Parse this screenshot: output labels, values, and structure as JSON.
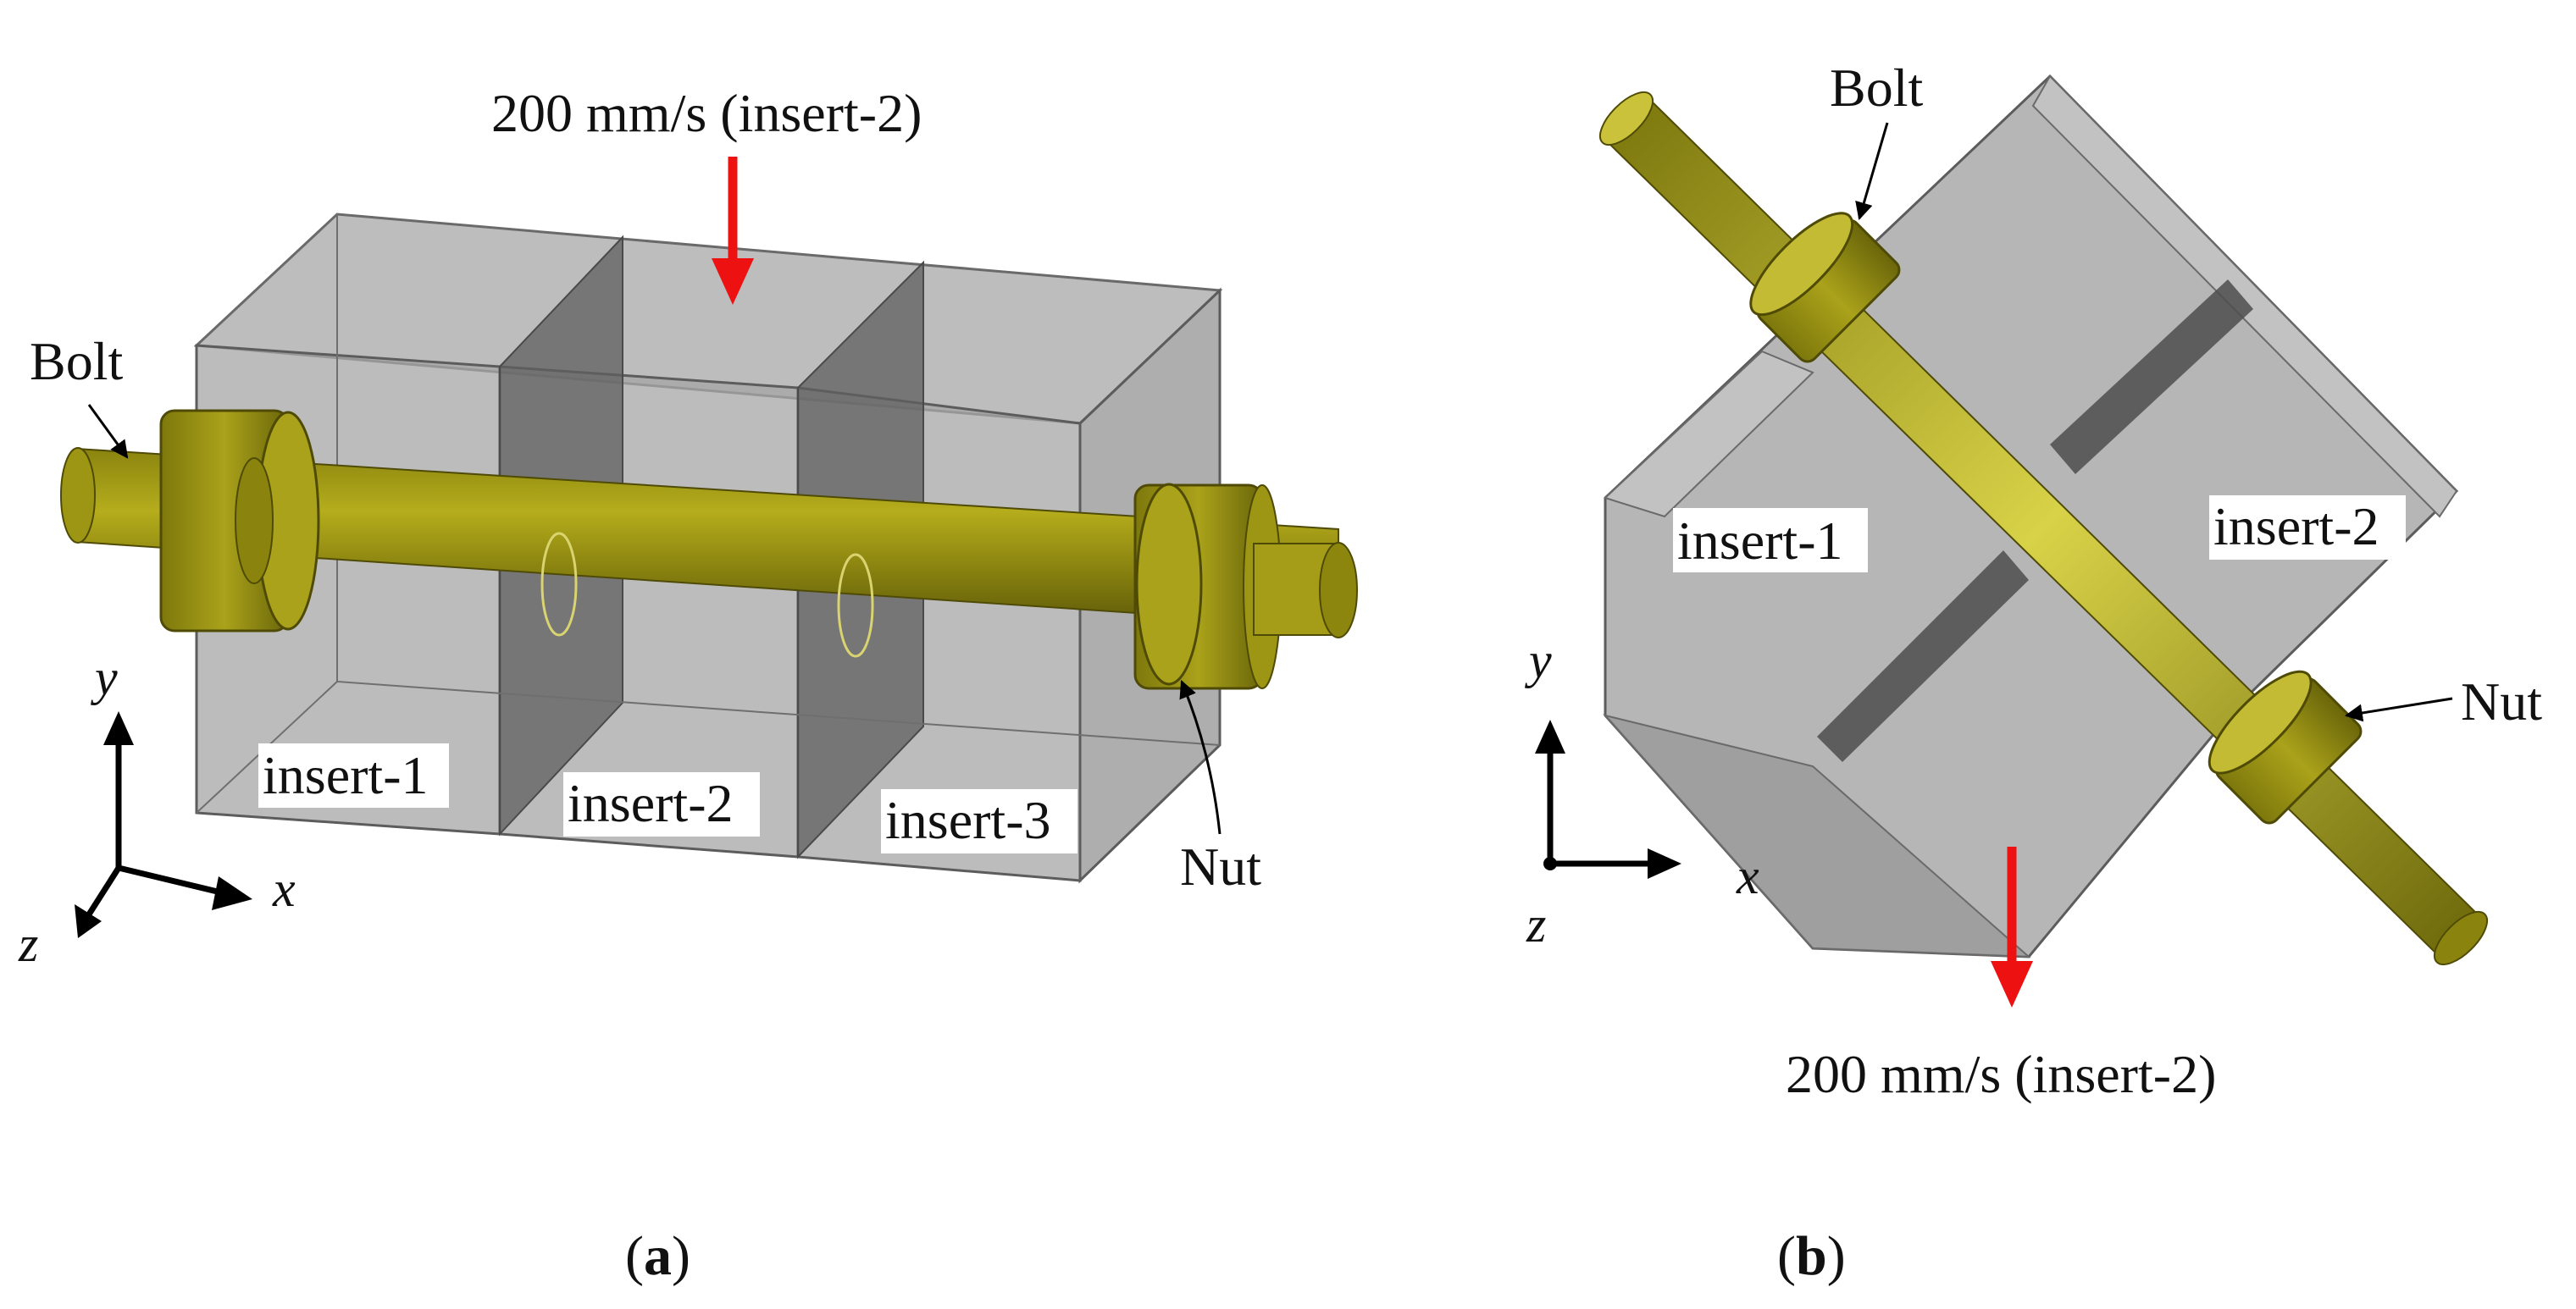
{
  "colors": {
    "bolt_fill": "#b5ad1c",
    "bolt_dark": "#6e6a0a",
    "bolt_light": "#dcd64a",
    "insert_fill": "#8f8f8f",
    "insert_edge": "#5c5c5c",
    "velocity_arrow": "#ee1111",
    "label_bg": "#ffffff"
  },
  "panel_a": {
    "velocity": "200 mm/s (insert-2)",
    "bolt": "Bolt",
    "nut": "Nut",
    "inserts": [
      "insert-1",
      "insert-2",
      "insert-3"
    ],
    "axes": {
      "x": "x",
      "y": "y",
      "z": "z"
    },
    "caption": {
      "open": "(",
      "letter": "a",
      "close": ")"
    }
  },
  "panel_b": {
    "velocity": "200 mm/s (insert-2)",
    "bolt": "Bolt",
    "nut": "Nut",
    "inserts": [
      "insert-1",
      "insert-2"
    ],
    "axes": {
      "x": "x",
      "y": "y",
      "z": "z"
    },
    "caption": {
      "open": "(",
      "letter": "b",
      "close": ")"
    }
  }
}
